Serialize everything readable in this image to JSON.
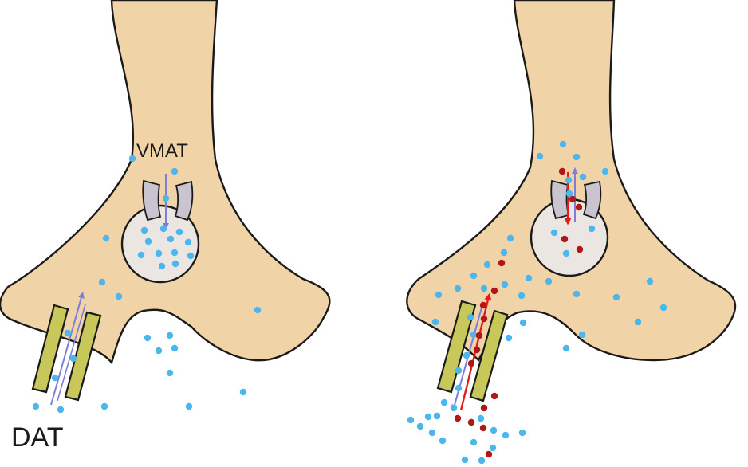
{
  "labels": {
    "vmat": "VMAT",
    "dat": "DAT"
  },
  "colors": {
    "terminal_fill": "#f0d3a7",
    "vesicle_fill": "#ebe6e1",
    "vmat_transporter": "#c9c4cf",
    "dat_transporter": "#c8c85a",
    "dopamine_dot": "#4db6ec",
    "drug_dot": "#b01818",
    "dopamine_arrow": "#7d7ed8",
    "drug_arrow": "#e8191b"
  },
  "panels": [
    {
      "name": "left",
      "condition": "dopamine-only"
    },
    {
      "name": "right",
      "condition": "dopamine-and-drug"
    }
  ]
}
